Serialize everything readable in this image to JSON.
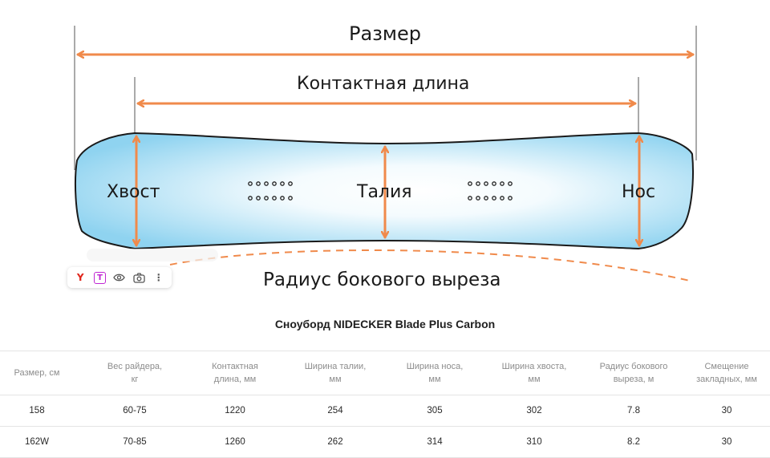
{
  "diagram": {
    "labels": {
      "size": "Размер",
      "contact_length": "Контактная длина",
      "tail": "Хвост",
      "waist": "Талия",
      "nose": "Нос",
      "sidecut_radius": "Радиус бокового выреза"
    },
    "colors": {
      "arrow": "#f08a4b",
      "board_outline": "#1a1a1a",
      "board_fill_edge": "#8fd3f0",
      "board_fill_center": "#ffffff",
      "guide_line": "#555555"
    }
  },
  "toolbar": {
    "items": [
      {
        "name": "yandex-icon",
        "glyph": "Y"
      },
      {
        "name": "text-icon",
        "glyph": "T"
      },
      {
        "name": "eye-icon",
        "glyph": "eye"
      },
      {
        "name": "camera-icon",
        "glyph": "camera"
      },
      {
        "name": "more-icon",
        "glyph": "⋮"
      }
    ]
  },
  "table": {
    "title": "Сноуборд NIDECKER Blade Plus Carbon",
    "columns": [
      "Размер, см",
      "Вес райдера,\nкг",
      "Контактная\nдлина, мм",
      "Ширина талии,\nмм",
      "Ширина носа,\nмм",
      "Ширина хвоста,\nмм",
      "Радиус бокового\nвыреза, м",
      "Смещение\nзакладных, мм"
    ],
    "rows": [
      [
        "158",
        "60-75",
        "1220",
        "254",
        "305",
        "302",
        "7.8",
        "30"
      ],
      [
        "162W",
        "70-85",
        "1260",
        "262",
        "314",
        "310",
        "8.2",
        "30"
      ]
    ]
  }
}
